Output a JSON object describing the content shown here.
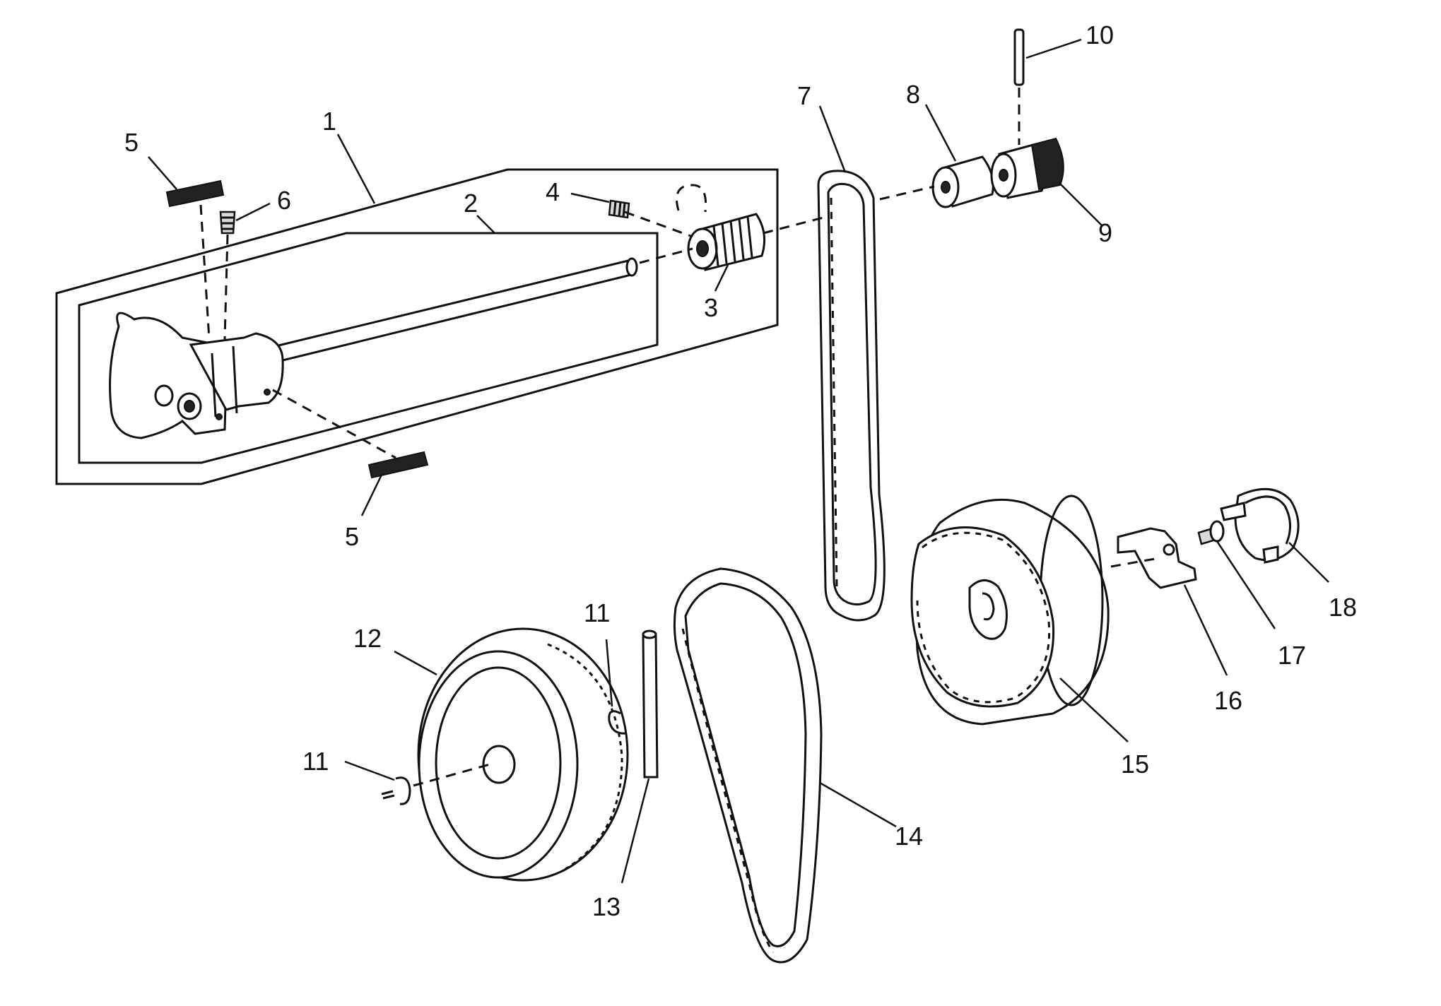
{
  "callouts": [
    {
      "id": "1",
      "text": "1"
    },
    {
      "id": "2",
      "text": "2"
    },
    {
      "id": "3",
      "text": "3"
    },
    {
      "id": "4",
      "text": "4"
    },
    {
      "id": "5a",
      "text": "5"
    },
    {
      "id": "5b",
      "text": "5"
    },
    {
      "id": "6",
      "text": "6"
    },
    {
      "id": "7",
      "text": "7"
    },
    {
      "id": "8",
      "text": "8"
    },
    {
      "id": "9",
      "text": "9"
    },
    {
      "id": "10",
      "text": "10"
    },
    {
      "id": "11a",
      "text": "11"
    },
    {
      "id": "11b",
      "text": "11"
    },
    {
      "id": "12",
      "text": "12"
    },
    {
      "id": "13",
      "text": "13"
    },
    {
      "id": "14",
      "text": "14"
    },
    {
      "id": "15",
      "text": "15"
    },
    {
      "id": "16",
      "text": "16"
    },
    {
      "id": "17",
      "text": "17"
    },
    {
      "id": "18",
      "text": "18"
    }
  ],
  "colors": {
    "ink": "#111111",
    "background": "#ffffff"
  }
}
